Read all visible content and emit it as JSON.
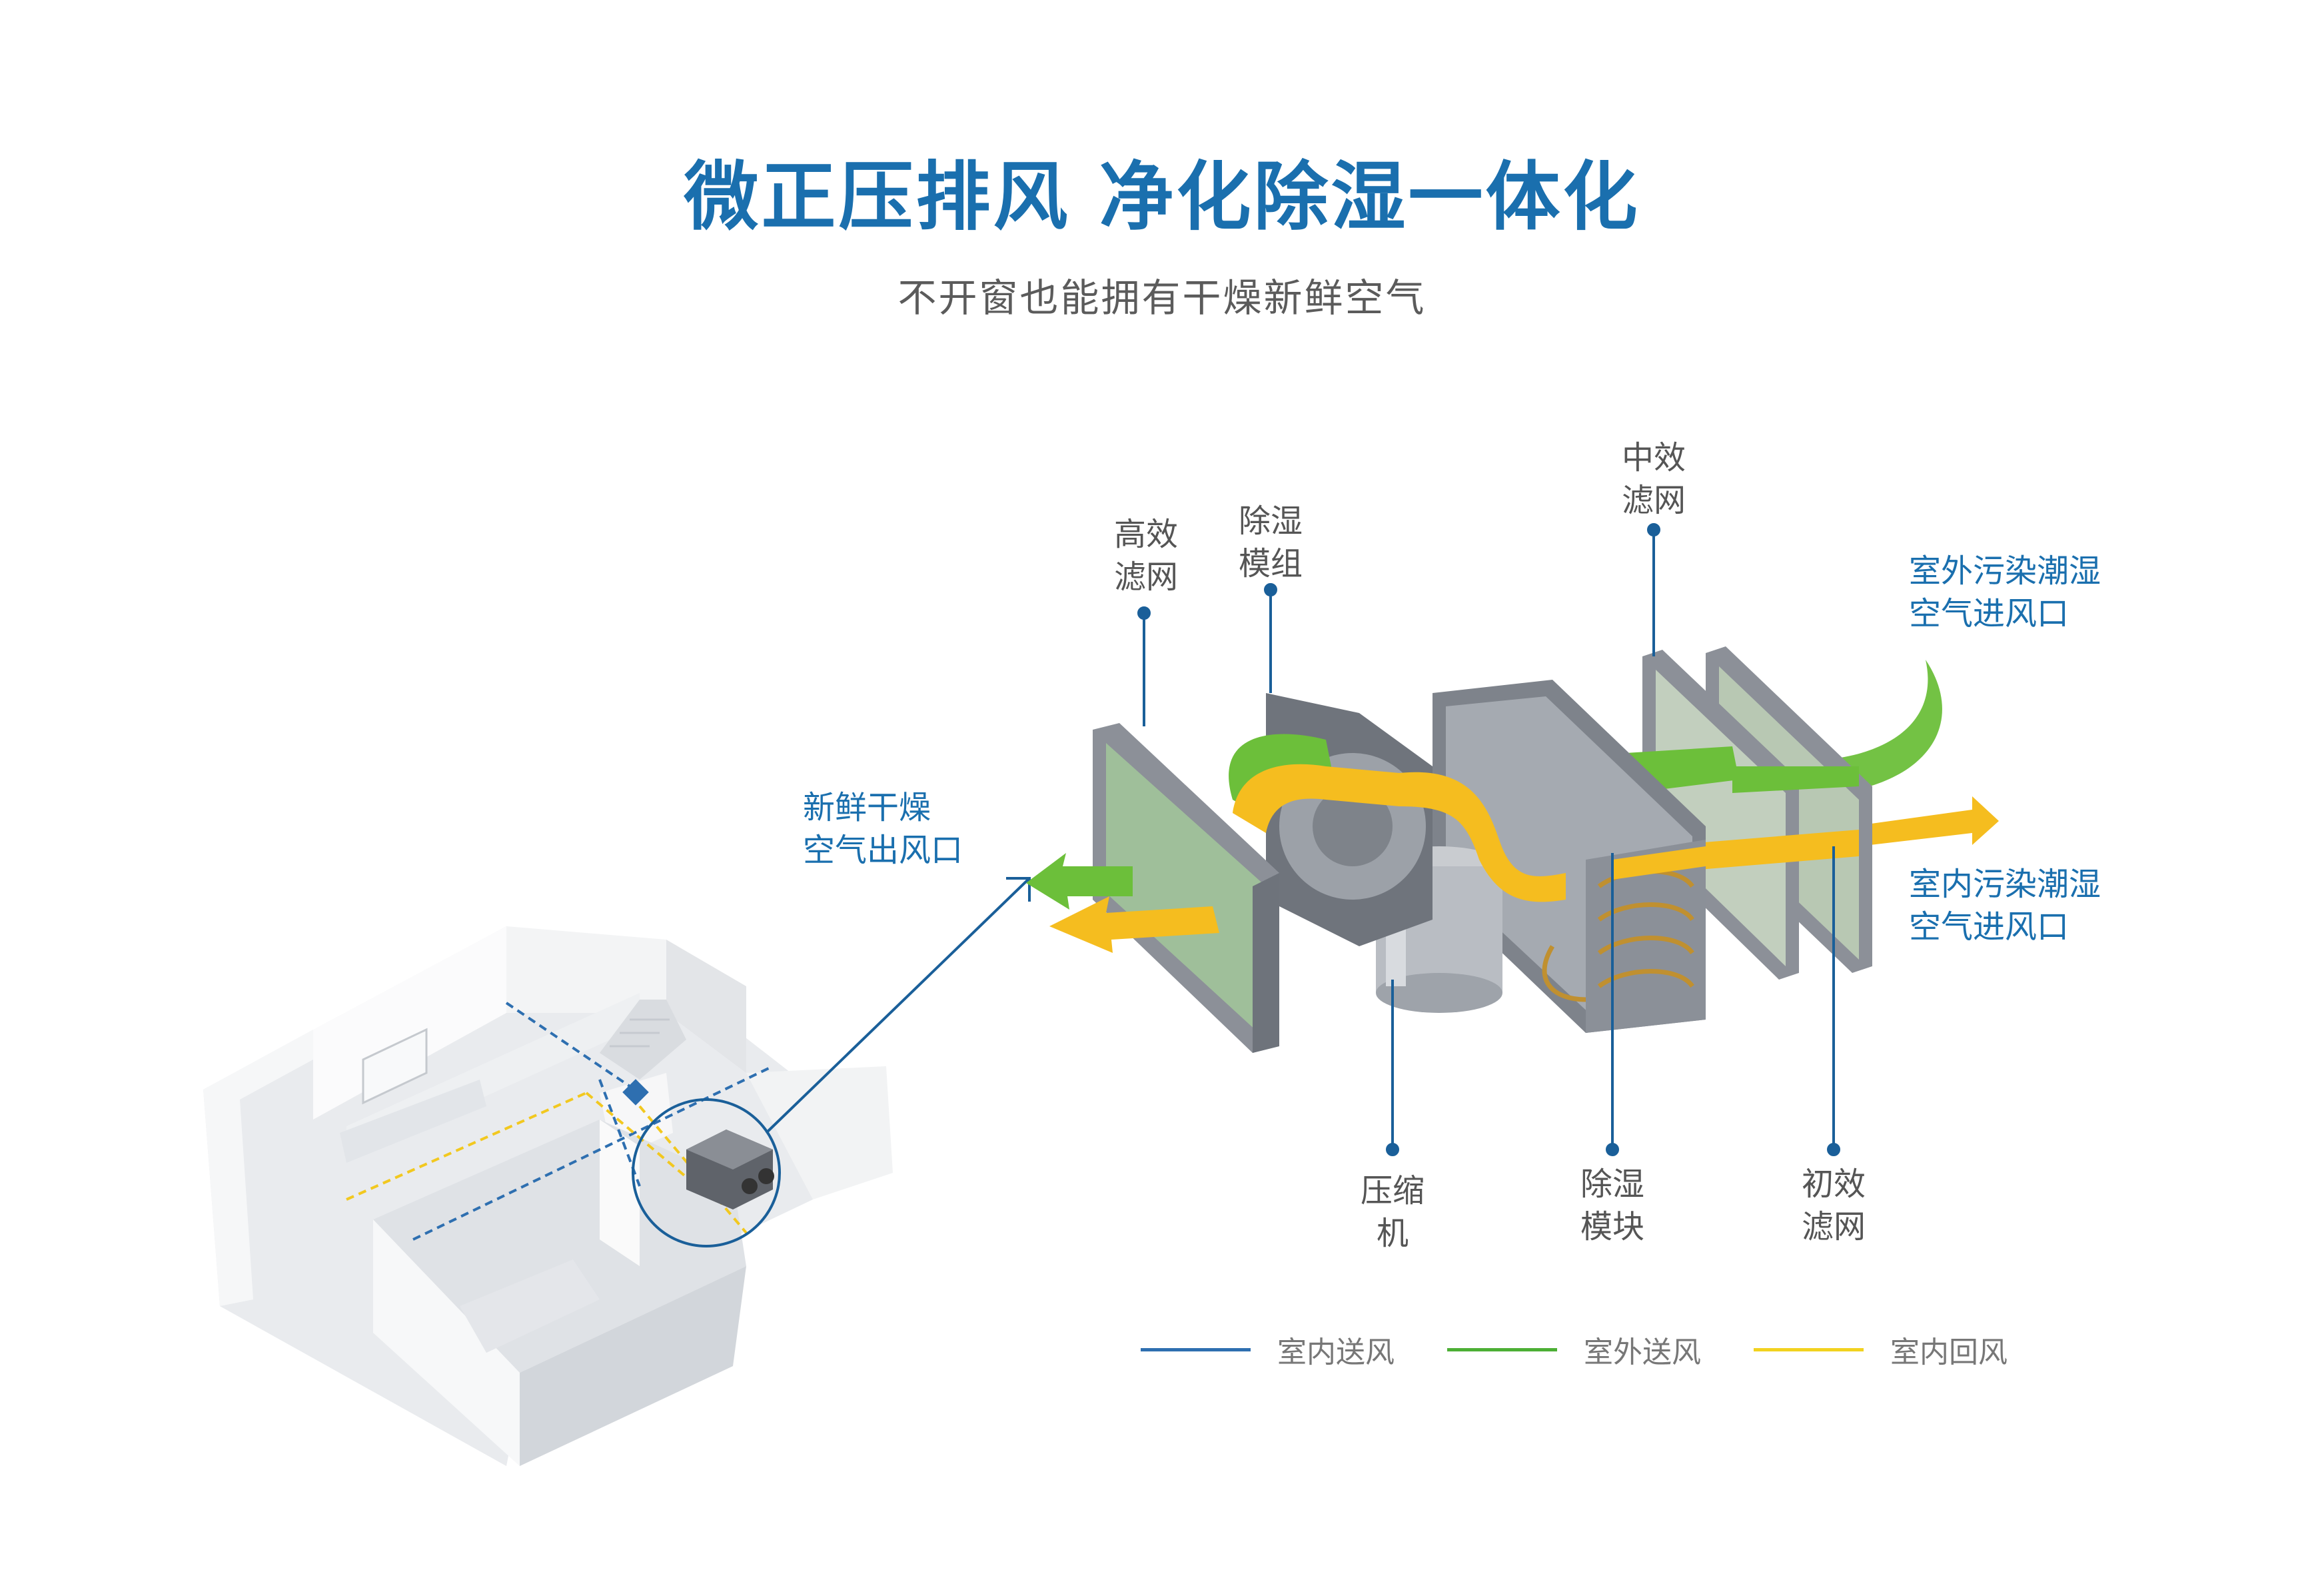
{
  "title": "微正压排风 净化除湿一体化",
  "subtitle": "不开窗也能拥有干燥新鲜空气",
  "labels": {
    "hepa_filter": [
      "高效",
      "滤网"
    ],
    "dehumid_group": [
      "除湿",
      "模组"
    ],
    "medium_filter": [
      "中效",
      "滤网"
    ],
    "outdoor_inlet": [
      "室外污染潮湿",
      "空气进风口"
    ],
    "fresh_outlet": [
      "新鲜干燥",
      "空气出风口"
    ],
    "indoor_inlet": [
      "室内污染潮湿",
      "空气进风口"
    ],
    "compressor": "压缩机",
    "dehumid_block": [
      "除湿",
      "模块"
    ],
    "primary_filter": [
      "初效",
      "滤网"
    ]
  },
  "legend": [
    {
      "label": "室内送风",
      "color": "#2e6fb0"
    },
    {
      "label": "室外送风",
      "color": "#4caf35"
    },
    {
      "label": "室内回风",
      "color": "#f2d21f"
    }
  ],
  "colors": {
    "accent": "#1a6fae",
    "green_flow": "#6cbf3a",
    "yellow_flow": "#f5bd1f",
    "filter_frame": "#8c9098",
    "filter_mesh": "#9fbf9a"
  }
}
